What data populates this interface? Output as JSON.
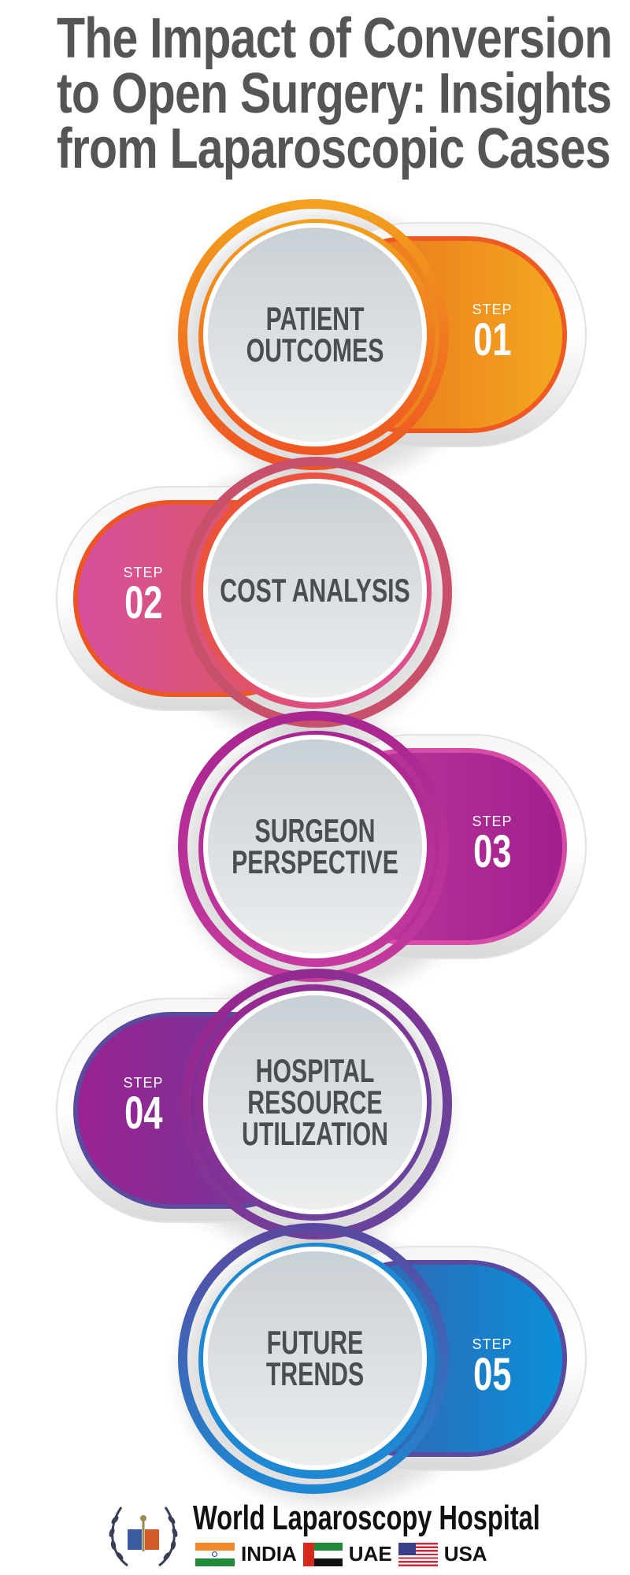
{
  "title": {
    "lines": [
      "The Impact of Conversion",
      "to Open Surgery: Insights",
      "from Laparoscopic Cases"
    ],
    "color": "#555555"
  },
  "steps": [
    {
      "step_word": "STEP",
      "number": "01",
      "label_lines": [
        "PATIENT",
        "OUTCOMES"
      ],
      "side": "right",
      "colors": [
        "#f0a020",
        "#ee5a24"
      ]
    },
    {
      "step_word": "STEP",
      "number": "02",
      "label_lines": [
        "COST ANALYSIS"
      ],
      "side": "left",
      "colors": [
        "#d84f9a",
        "#ee5524"
      ]
    },
    {
      "step_word": "STEP",
      "number": "03",
      "label_lines": [
        "SURGEON",
        "PERSPECTIVE"
      ],
      "side": "right",
      "colors": [
        "#d94ca6",
        "#a0208e"
      ]
    },
    {
      "step_word": "STEP",
      "number": "04",
      "label_lines": [
        "HOSPITAL",
        "RESOURCE",
        "UTILIZATION"
      ],
      "side": "left",
      "colors": [
        "#9b2393",
        "#5b4a9e"
      ]
    },
    {
      "step_word": "STEP",
      "number": "05",
      "label_lines": [
        "FUTURE",
        "TRENDS"
      ],
      "side": "right",
      "colors": [
        "#5a4aa0",
        "#0a8ed8"
      ]
    }
  ],
  "footer": {
    "brand": "World Laparoscopy Hospital",
    "countries": [
      "INDIA",
      "UAE",
      "USA"
    ]
  }
}
